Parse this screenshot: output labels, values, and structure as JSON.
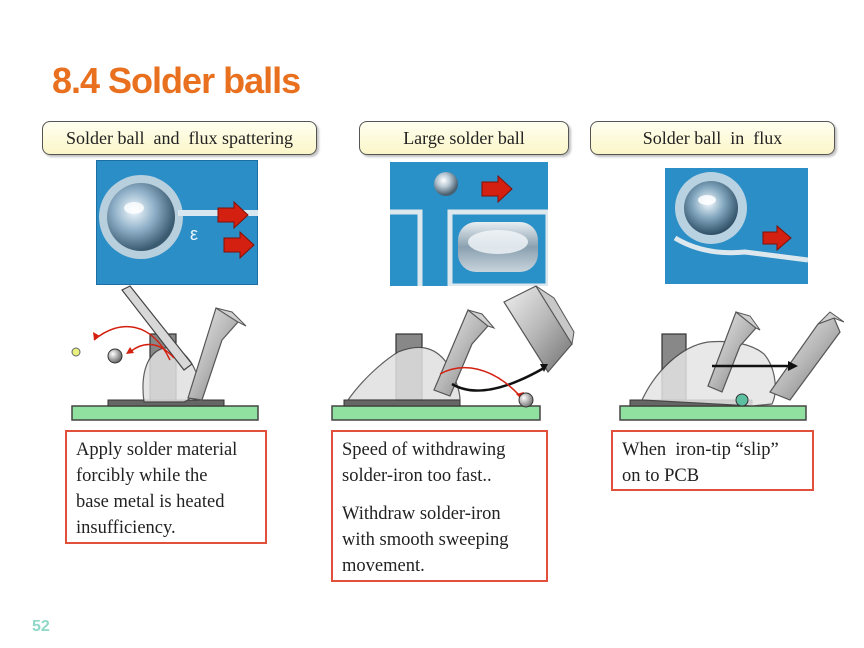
{
  "title": "8.4 Solder balls",
  "panels": [
    {
      "header": "Solder ball  and  flux spattering",
      "description": [
        "Apply solder material\nforcibly while the\nbase metal is heated\ninsufficiency."
      ]
    },
    {
      "header": "Large solder ball",
      "description": [
        "Speed of withdrawing\nsolder-iron too fast..",
        "Withdraw solder-iron\nwith smooth sweeping\nmovement."
      ]
    },
    {
      "header": "Solder ball  in  flux",
      "description": [
        "When  iron-tip “slip”\non to PCB"
      ]
    }
  ],
  "page_number": "52",
  "colors": {
    "title": "#e8701e",
    "pcb_blue": "#2a8cc4",
    "arrow_red": "#d42010",
    "pcb_green": "#90e0a0",
    "box_border": "#e0503a"
  }
}
